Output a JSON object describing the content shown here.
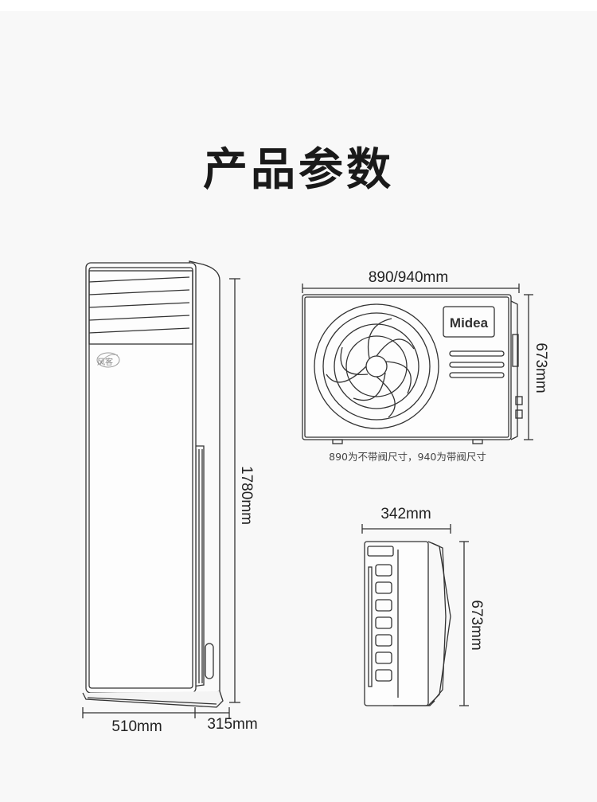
{
  "title": "产品参数",
  "indoor": {
    "badge": "风客",
    "height": "1780mm",
    "width": "510mm",
    "depth": "315mm"
  },
  "outdoor": {
    "brand": "Midea",
    "width": "890/940mm",
    "height_front": "673mm",
    "note": "890为不带阀尺寸，940为带阀尺寸",
    "depth": "342mm",
    "height_side": "673mm"
  }
}
